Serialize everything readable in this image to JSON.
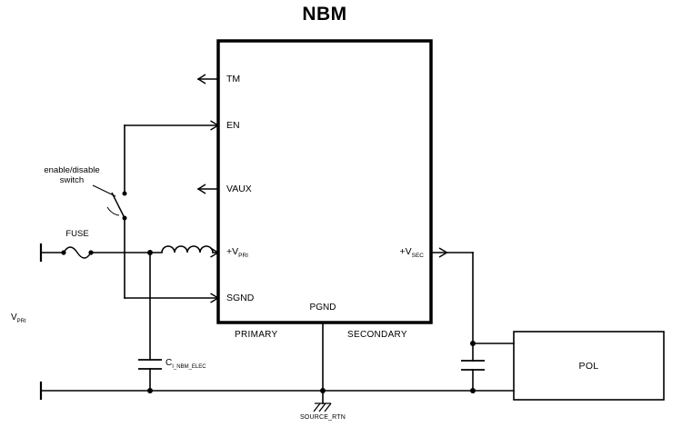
{
  "title": "NBM",
  "module": {
    "pins": {
      "tm": "TM",
      "en": "EN",
      "vaux": "VAUX",
      "vpri": {
        "base": "+V",
        "sub": "PRI"
      },
      "sgnd": "SGND",
      "vsec": {
        "base": "+V",
        "sub": "SEC"
      },
      "pgnd": "PGND"
    },
    "side_labels": {
      "primary": "PRIMARY",
      "secondary": "SECONDARY"
    }
  },
  "input_section": {
    "source_label": {
      "base": "V",
      "sub": "PRI"
    },
    "fuse_label": "FUSE",
    "switch_label_line1": "enable/disable",
    "switch_label_line2": "switch",
    "cap_label": {
      "base": "C",
      "sub": "I_NBM_ELEC"
    }
  },
  "output_section": {
    "pol_label": "POL",
    "source_rtn_label": "SOURCE_RTN"
  },
  "colors": {
    "line": "#000000",
    "background": "#ffffff"
  }
}
